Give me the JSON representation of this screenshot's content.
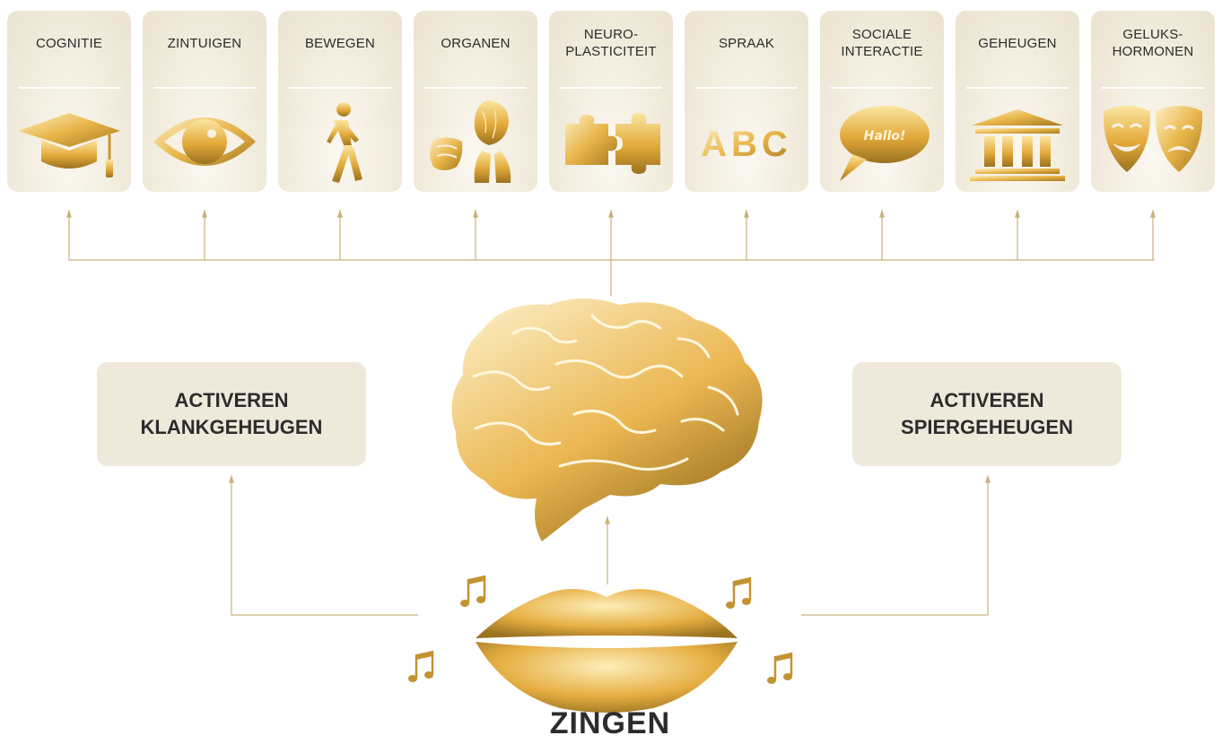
{
  "categories": [
    {
      "label": "COGNITIE",
      "icon": "graduation-cap-icon"
    },
    {
      "label": "ZINTUIGEN",
      "icon": "eye-icon"
    },
    {
      "label": "BEWEGEN",
      "icon": "walking-person-icon"
    },
    {
      "label": "ORGANEN",
      "icon": "organs-icon"
    },
    {
      "label": "NEURO-\nPLASTICITEIT",
      "icon": "puzzle-icon"
    },
    {
      "label": "SPRAAK",
      "icon": "abc-letters-icon"
    },
    {
      "label": "SOCIALE\nINTERACTIE",
      "icon": "speech-bubble-icon"
    },
    {
      "label": "GEHEUGEN",
      "icon": "temple-icon"
    },
    {
      "label": "GELUKS-\nHORMONEN",
      "icon": "theater-masks-icon"
    }
  ],
  "speech_bubble_text": "Hallo!",
  "abc_text": "ABC",
  "left_box": "ACTIVEREN\nKLANKGEHEUGEN",
  "right_box": "ACTIVEREN\nSPIERGEHEUGEN",
  "bottom_label": "ZINGEN",
  "colors": {
    "gold_light": "#fbe7a6",
    "gold": "#e6ad3a",
    "gold_dark": "#9a7220",
    "line": "#c9b27a",
    "card_bg": "#efe9db"
  }
}
